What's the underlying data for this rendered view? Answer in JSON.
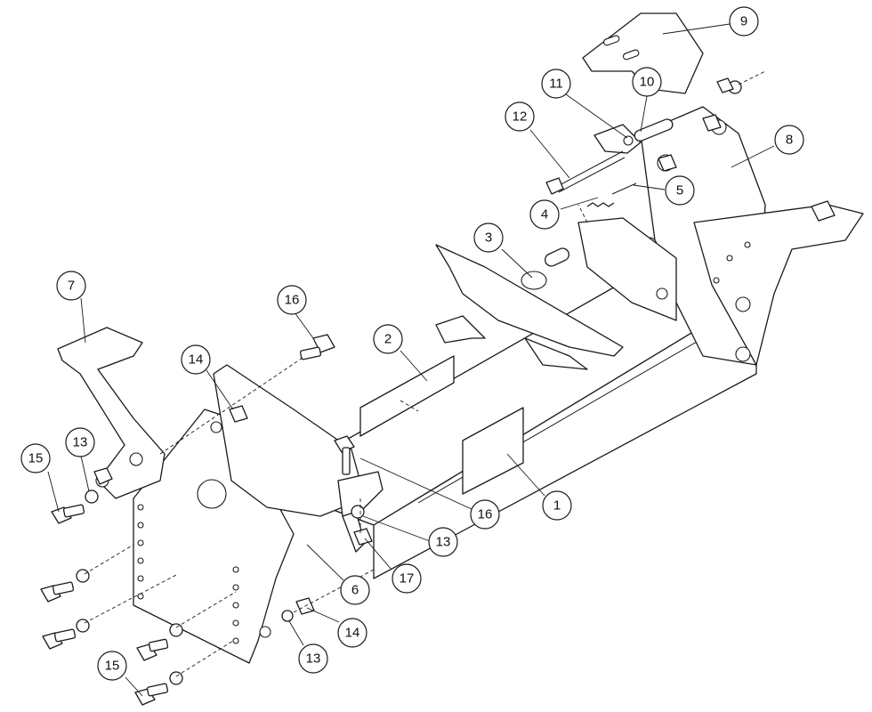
{
  "callouts": [
    {
      "label": "1"
    },
    {
      "label": "2"
    },
    {
      "label": "3"
    },
    {
      "label": "4"
    },
    {
      "label": "5"
    },
    {
      "label": "6"
    },
    {
      "label": "7"
    },
    {
      "label": "8"
    },
    {
      "label": "9"
    },
    {
      "label": "10"
    },
    {
      "label": "11"
    },
    {
      "label": "12"
    },
    {
      "label": "13"
    },
    {
      "label": "13"
    },
    {
      "label": "13"
    },
    {
      "label": "14"
    },
    {
      "label": "14"
    },
    {
      "label": "15"
    },
    {
      "label": "15"
    },
    {
      "label": "16"
    },
    {
      "label": "16"
    },
    {
      "label": "17"
    }
  ]
}
